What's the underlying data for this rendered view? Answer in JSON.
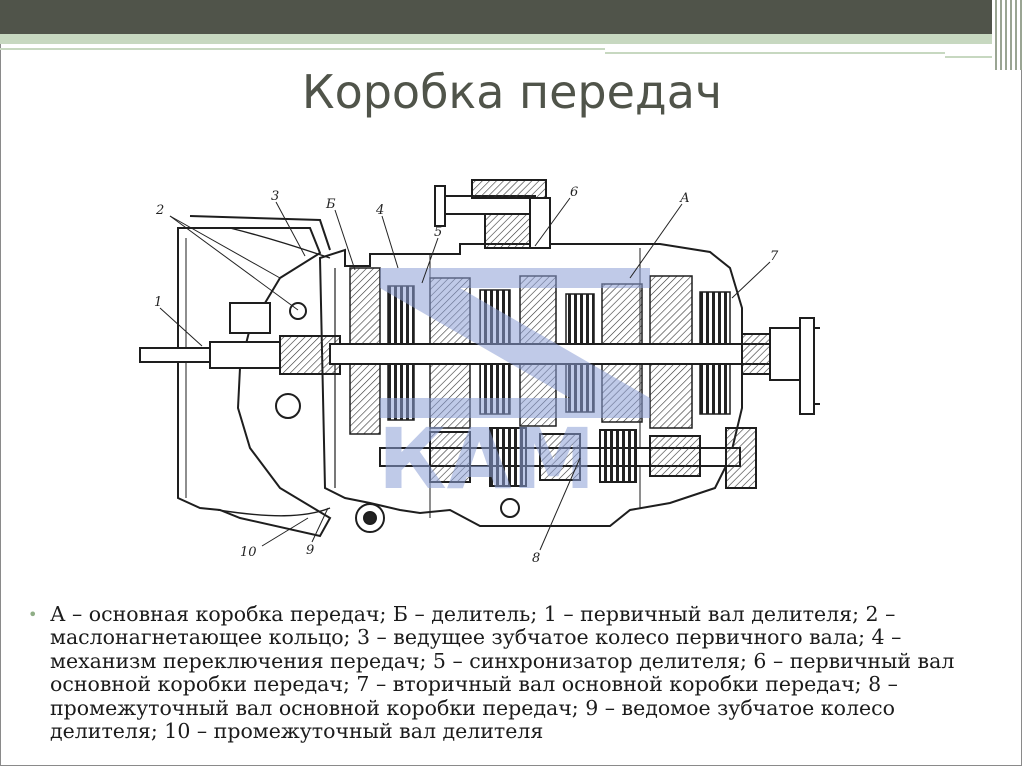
{
  "slide": {
    "title": "Коробка передач",
    "caption": "А – основная коробка передач; Б – делитель; 1 – первичный вал делителя; 2 – маслонагнетающее кольцо; 3 – ведущее зубчатое колесо первичного вала; 4 – механизм переключения передач; 5 – синхронизатор делителя; 6 – первичный вал основной коробки передач; 7 – вторичный вал основной коробки передач; 8 – промежуточный вал основной коробки передач; 9 – ведомое зубчатое колесо делителя; 10 – промежуточный вал делителя"
  },
  "diagram": {
    "labels": [
      "1",
      "2",
      "3",
      "Б",
      "4",
      "5",
      "6",
      "А",
      "7",
      "8",
      "9",
      "10"
    ],
    "watermark_text": "КАМ"
  },
  "colors": {
    "header_band": "#50544a",
    "accent_stripe": "#c7d8c0",
    "title_text": "#50544a",
    "watermark": "#8c9fd6",
    "bullet": "#8fae86"
  }
}
